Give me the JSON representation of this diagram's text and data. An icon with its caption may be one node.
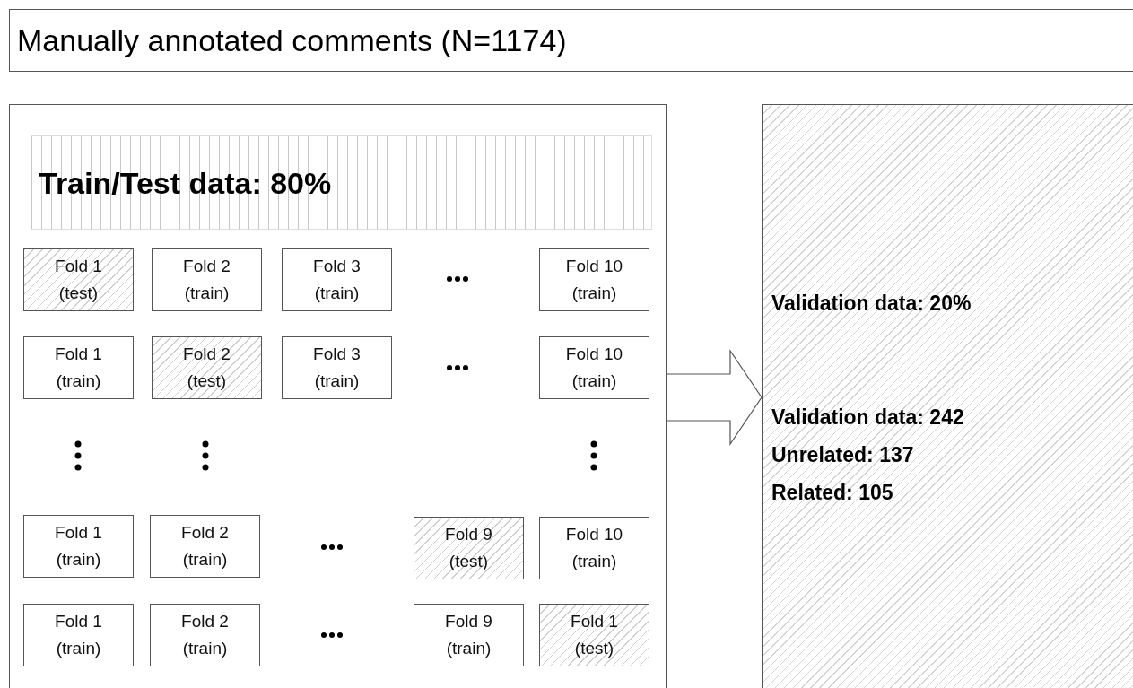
{
  "diagram": {
    "nodes": [
      {
        "text": [
          "Manually annotated comments (N=1174)"
        ]
      },
      {
        "text": [],
        "shape": "box"
      },
      {
        "text": [
          "Train/Test data: 80%"
        ],
        "in": 1
      },
      {
        "text": [
          "Fold 1 (test)"
        ],
        "in": 1
      },
      {
        "text": [
          "Fold 2 (train)"
        ],
        "in": 1
      },
      {
        "text": [
          "Fold 3 (train)"
        ],
        "in": 1
      },
      {
        "text": [
          "Fold 10 (train)"
        ],
        "in": 1
      },
      {
        "text": [
          "Fold 1 (train)"
        ],
        "in": 1
      },
      {
        "text": [
          "Fold 2 (test)"
        ],
        "in": 1
      },
      {
        "text": [
          "Fold 3 (train)"
        ],
        "in": 1
      },
      {
        "text": [
          "Fold 10 (train)"
        ],
        "in": 1
      },
      {
        "text": [
          "Fold 1 (train)"
        ],
        "in": 1
      },
      {
        "text": [
          "Fold 2 (train)"
        ],
        "in": 1
      },
      {
        "text": [
          "Fold 9 (test)"
        ],
        "in": 1
      },
      {
        "text": [
          "Fold 10 (train)"
        ],
        "in": 1
      },
      {
        "text": [
          "Fold 1 (train)"
        ],
        "in": 1
      },
      {
        "text": [
          "Fold 2 (train)"
        ],
        "in": 1
      },
      {
        "text": [
          "Fold 9 (train)"
        ],
        "in": 1
      },
      {
        "text": [
          "Fold 1 (test)"
        ],
        "in": 1
      },
      {
        "text": [
          "Validation data: 20%",
          "Validation data: 242",
          "Unrelated: 137",
          "Related: 105"
        ]
      }
    ],
    "edges": [
      {
        "from": 1,
        "to": 19,
        "arrow": "to"
      }
    ]
  }
}
